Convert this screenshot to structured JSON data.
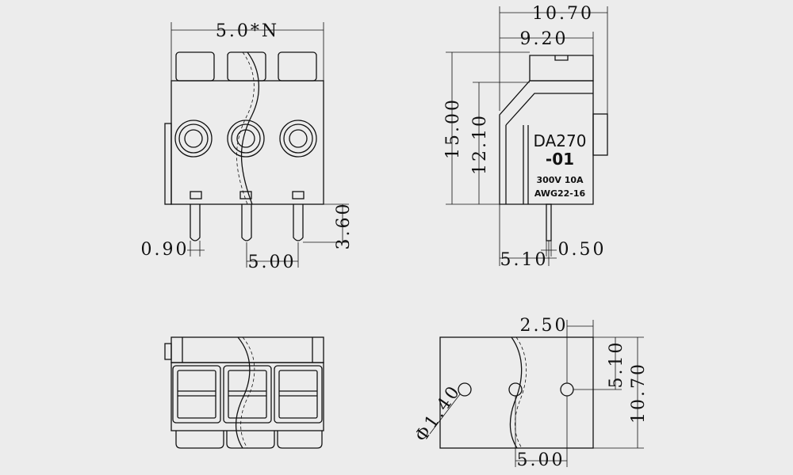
{
  "front_view": {
    "pitch_n": "5.0*N",
    "pin_width": "0.90",
    "pitch": "5.00",
    "pin_length": "3.60"
  },
  "side_view": {
    "overall_depth": "10.70",
    "body_depth": "9.20",
    "overall_height": "15.00",
    "body_height": "12.10",
    "pin_offset": "5.10",
    "pin_thickness": "0.50",
    "label_model_1": "DA270",
    "label_model_2": "-01",
    "label_rating": "300V 10A",
    "label_wire": "AWG22-16"
  },
  "footprint_view": {
    "row_offset_x": "2.50",
    "row_offset_y": "5.10",
    "depth": "10.70",
    "hole_diameter": "Φ1.40",
    "pitch": "5.00"
  }
}
